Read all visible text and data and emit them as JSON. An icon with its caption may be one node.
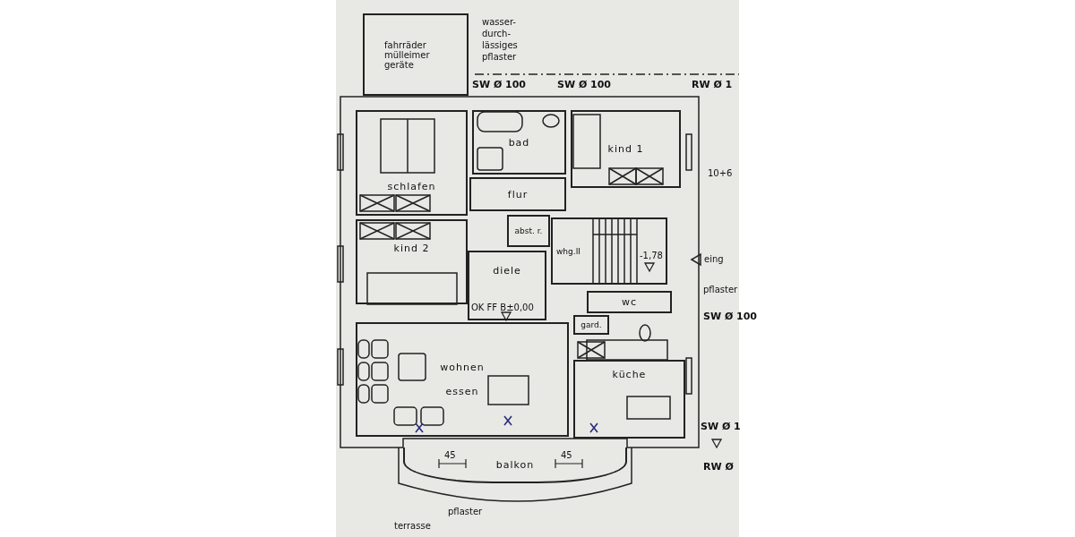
{
  "diagram": {
    "nodes": [
      {
        "text": [
          "fahrräder mülleimer geräte"
        ]
      },
      {
        "text": [
          "schlafen"
        ]
      },
      {
        "text": [
          "bad"
        ]
      },
      {
        "text": [
          "kind 1"
        ]
      },
      {
        "text": [
          "flur"
        ]
      },
      {
        "text": [
          "abst. r."
        ]
      },
      {
        "text": [
          "kind 2"
        ]
      },
      {
        "text": [
          "whg.II"
        ]
      },
      {
        "text": [
          "diele"
        ]
      },
      {
        "text": [
          "wc"
        ]
      },
      {
        "text": [
          "gard."
        ]
      },
      {
        "text": [
          "wohnen",
          "essen"
        ]
      },
      {
        "text": [
          "küche"
        ]
      },
      {
        "text": [
          "balkon"
        ]
      }
    ],
    "labels": [
      "wasser- durch- lässiges pflaster",
      "SW Ø 100",
      "SW Ø 100",
      "RW Ø 1",
      "10+6",
      "-1,78",
      "eing",
      "pflaster",
      "SW Ø 100",
      "OK FF B±0,00",
      "SW Ø 1",
      "RW Ø",
      "45",
      "45",
      "pflaster",
      "terrasse"
    ]
  }
}
